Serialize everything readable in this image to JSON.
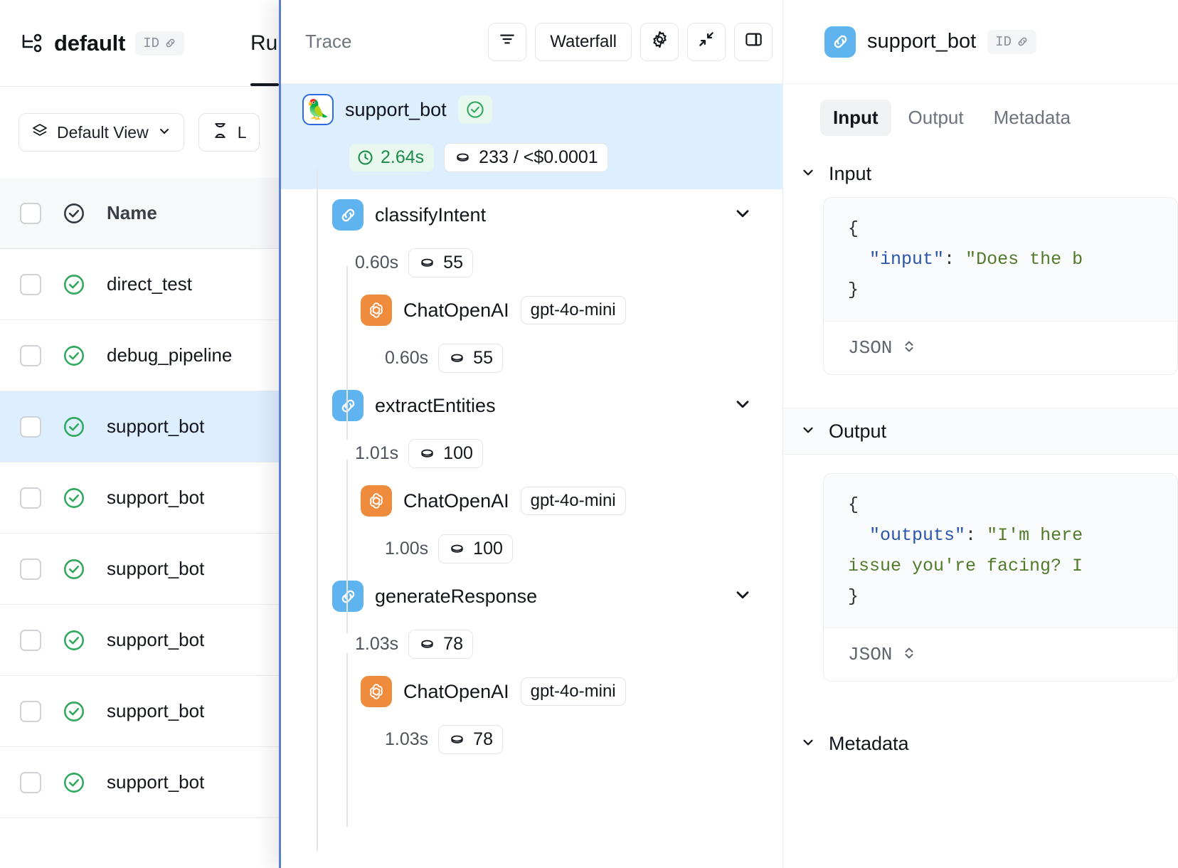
{
  "project": {
    "name": "default",
    "id_chip_label": "ID",
    "id_chip_icon": "link-icon",
    "project_icon": "project-tree-icon"
  },
  "tabs": {
    "active": "Ru"
  },
  "toolbar": {
    "view_label": "Default View",
    "view_icon": "layers-icon",
    "view_chevron": "chevron-down-icon",
    "filter_label": "L",
    "filter_icon": "hourglass-icon"
  },
  "runs_table": {
    "columns": [
      "Name"
    ],
    "header_status_icon": "check-circle-icon",
    "rows": [
      {
        "name": "direct_test",
        "status": "success",
        "selected": false
      },
      {
        "name": "debug_pipeline",
        "status": "success",
        "selected": false
      },
      {
        "name": "support_bot",
        "status": "success",
        "selected": true
      },
      {
        "name": "support_bot",
        "status": "success",
        "selected": false
      },
      {
        "name": "support_bot",
        "status": "success",
        "selected": false
      },
      {
        "name": "support_bot",
        "status": "success",
        "selected": false
      },
      {
        "name": "support_bot",
        "status": "success",
        "selected": false
      },
      {
        "name": "support_bot",
        "status": "success",
        "selected": false
      }
    ]
  },
  "trace": {
    "title": "Trace",
    "buttons": {
      "filter_icon": "filter-lines-icon",
      "waterfall_label": "Waterfall",
      "settings_icon": "gear-icon",
      "collapse_icon": "collapse-arrows-icon",
      "panel_icon": "side-panel-icon"
    },
    "nodes": [
      {
        "name": "support_bot",
        "icon": "parrot-icon",
        "status_icon": "check-circle-icon",
        "duration": "2.64s",
        "duration_icon": "clock-icon",
        "tokens": "233 / <$0.0001",
        "tokens_icon": "coin-icon",
        "level": 0,
        "root": true
      },
      {
        "name": "classifyIntent",
        "icon": "chain-link-icon",
        "chevron": "chevron-down-icon",
        "duration": "0.60s",
        "tokens": "55",
        "tokens_icon": "coin-icon",
        "level": 1
      },
      {
        "name": "ChatOpenAI",
        "icon": "openai-icon",
        "model": "gpt-4o-mini",
        "duration": "0.60s",
        "tokens": "55",
        "tokens_icon": "coin-icon",
        "level": 2
      },
      {
        "name": "extractEntities",
        "icon": "chain-link-icon",
        "chevron": "chevron-down-icon",
        "duration": "1.01s",
        "tokens": "100",
        "tokens_icon": "coin-icon",
        "level": 1
      },
      {
        "name": "ChatOpenAI",
        "icon": "openai-icon",
        "model": "gpt-4o-mini",
        "duration": "1.00s",
        "tokens": "100",
        "tokens_icon": "coin-icon",
        "level": 2
      },
      {
        "name": "generateResponse",
        "icon": "chain-link-icon",
        "chevron": "chevron-down-icon",
        "duration": "1.03s",
        "tokens": "78",
        "tokens_icon": "coin-icon",
        "level": 1
      },
      {
        "name": "ChatOpenAI",
        "icon": "openai-icon",
        "model": "gpt-4o-mini",
        "duration": "1.03s",
        "tokens": "78",
        "tokens_icon": "coin-icon",
        "level": 2
      }
    ]
  },
  "detail": {
    "title": "support_bot",
    "icon": "chain-link-icon",
    "id_chip_label": "ID",
    "id_chip_icon": "link-icon",
    "tabs": [
      {
        "label": "Input",
        "active": true
      },
      {
        "label": "Output",
        "active": false
      },
      {
        "label": "Metadata",
        "active": false
      }
    ],
    "sections": [
      {
        "heading": "Input",
        "chevron": "chevron-down-icon",
        "code_open": "{",
        "code_key": "\"input\"",
        "code_sep": ": ",
        "code_value": "\"Does the b",
        "code_close": "}",
        "format_label": "JSON",
        "format_icon": "chevron-updown-icon"
      },
      {
        "heading": "Output",
        "chevron": "chevron-down-icon",
        "code_open": "{",
        "code_key": "\"outputs\"",
        "code_sep": ": ",
        "code_value": "\"I'm here",
        "code_value_line2": "issue you're facing? I",
        "code_close": "}",
        "format_label": "JSON",
        "format_icon": "chevron-updown-icon"
      },
      {
        "heading": "Metadata",
        "chevron": "chevron-down-icon"
      }
    ]
  },
  "colors": {
    "accent_blue": "#5b7fd4",
    "chain_blue": "#5fb4ef",
    "openai_orange": "#ef8b3c",
    "success_green": "#2fa95e",
    "selection_blue": "#ddeeff",
    "json_key": "#2a55a8",
    "json_string": "#527a2a"
  }
}
